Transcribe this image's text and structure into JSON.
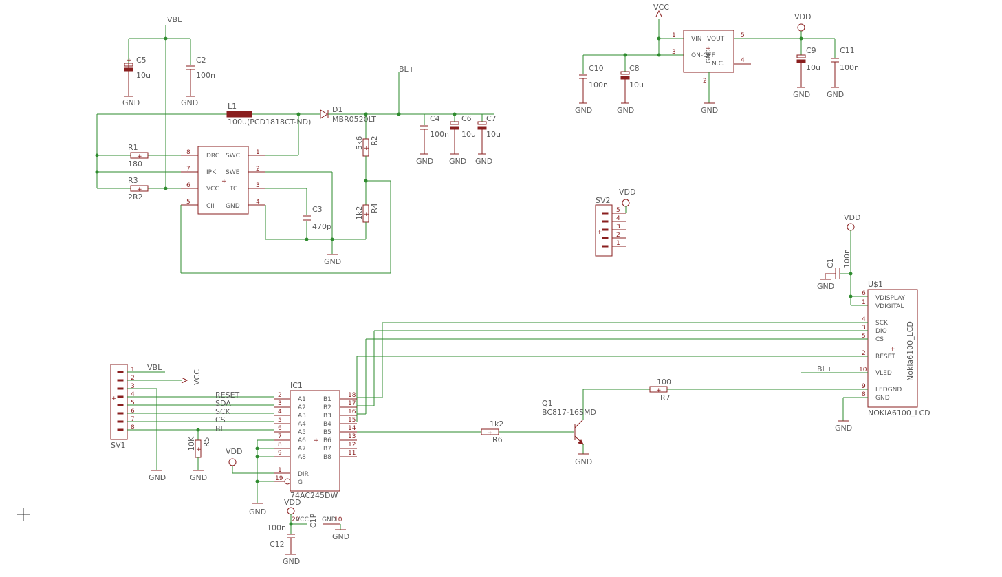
{
  "labels": {
    "vbl": "VBL",
    "vcc": "VCC",
    "vdd": "VDD",
    "gnd": "GND",
    "bl_plus": "BL+",
    "c5": "C5",
    "c5_val": "10u",
    "c2": "C2",
    "c2_val": "100n",
    "l1": "L1",
    "l1_val": "100u(PCD1818CT-ND)",
    "d1": "D1",
    "d1_val": "MBR0520LT",
    "c4": "C4",
    "c4_val": "100n",
    "c6": "C6",
    "c6_val": "10u",
    "c7": "C7",
    "c7_val": "10u",
    "r1": "R1",
    "r1_val": "180",
    "r3": "R3",
    "r3_val": "2R2",
    "r2": "R2",
    "r2_val": "5k6",
    "r4": "R4",
    "r4_val": "1k2",
    "c3": "C3",
    "c3_val": "470p",
    "reg_pins": {
      "drc": "DRC",
      "ipk": "IPK",
      "vcc": "VCC",
      "cii": "CII",
      "swc": "SWC",
      "swe": "SWE",
      "tc": "TC",
      "gnd": "GND"
    },
    "c10": "C10",
    "c10_val": "100n",
    "c8": "C8",
    "c8_val": "10u",
    "vreg_pins": {
      "vin": "VIN",
      "vout": "VOUT",
      "onoff": "ON-OFF",
      "nc": "N.C.",
      "gnd": "GND"
    },
    "c9": "C9",
    "c9_val": "10u",
    "c11": "C11",
    "c11_val": "100n",
    "sv2": "SV2",
    "sv1": "SV1",
    "c1": "C1",
    "c1_val": "100n",
    "u1": "U$1",
    "lcd_name": "Nokia6100_LCD",
    "lcd_value": "NOKIA6100_LCD",
    "lcd_pins": {
      "vdisplay": "VDISPLAY",
      "vdigital": "VDIGITAL",
      "sck": "SCK",
      "dio": "DIO",
      "cs": "CS",
      "reset": "RESET",
      "vled": "VLED",
      "ledgnd": "LEDGND",
      "gnd": "GND"
    },
    "sig_reset": "RESET",
    "sig_sda": "SDA",
    "sig_sck": "SCK",
    "sig_cs": "CS",
    "sig_bl": "BL",
    "ic1": "IC1",
    "ic1_val": "74AC245DW",
    "ic1_apins": [
      "A1",
      "A2",
      "A3",
      "A4",
      "A5",
      "A6",
      "A7",
      "A8"
    ],
    "ic1_bpins": [
      "B1",
      "B2",
      "B3",
      "B4",
      "B5",
      "B6",
      "B7",
      "B8"
    ],
    "ic1_dir": "DIR",
    "ic1_g": "G",
    "r5": "R5",
    "r5_val": "10K",
    "r6": "R6",
    "r6_val": "1k2",
    "q1": "Q1",
    "q1_val": "BC817-16SMD",
    "r7": "R7",
    "r7_val": "100",
    "c12": "C12",
    "c12_val": "100n",
    "c1p": "C1P",
    "c1p_vcc": "VCC",
    "c1p_gnd": "GND",
    "n20": "20",
    "n10": "10"
  }
}
